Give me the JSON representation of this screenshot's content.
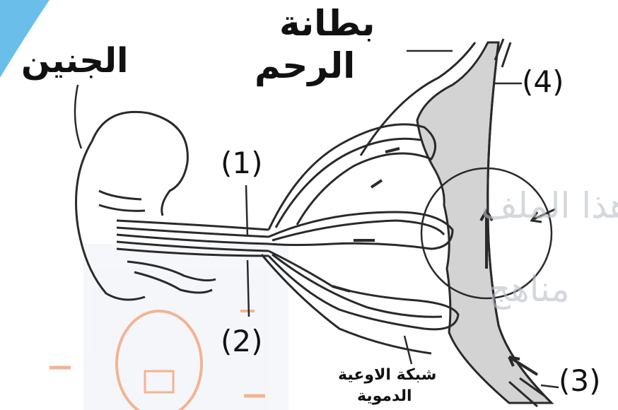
{
  "labels": {
    "embryo": "الجنين",
    "uterus_lining_1": "بطانة",
    "uterus_lining_2": "الرحم",
    "vessels_1": "شبكة الاوعية",
    "vessels_2": "الدموية",
    "n1": "(1)",
    "n2": "(2)",
    "n3": "(3)",
    "n4": "(4)"
  },
  "watermark": {
    "line1": "هذا الملف",
    "line2": "مناهج"
  },
  "colors": {
    "ink": "#2a2a2a",
    "stipple": "#c9c9c9",
    "accent_blue": "#5ab8e8",
    "accent_orange": "#e8783a"
  }
}
